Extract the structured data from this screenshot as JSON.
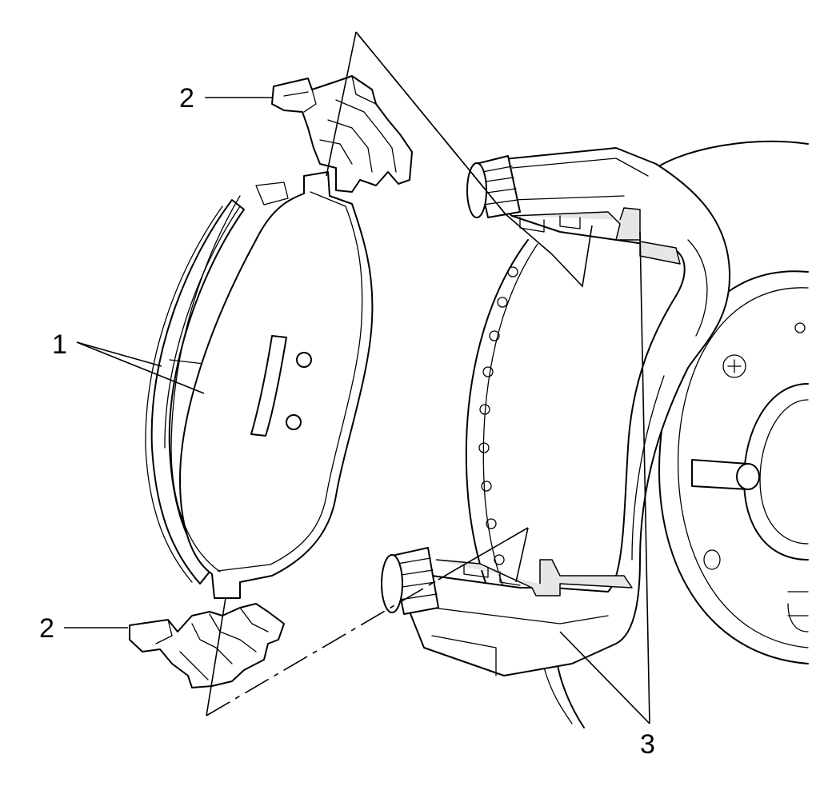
{
  "callouts": {
    "pad": "1",
    "clip_top": "2",
    "clip_bottom": "2",
    "bracket_abutments": "3"
  },
  "colors": {
    "line": "#000000",
    "background": "#ffffff",
    "shade": "#e6e6e6"
  }
}
